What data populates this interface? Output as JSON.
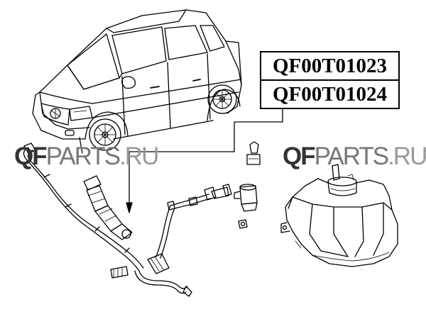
{
  "part_numbers": [
    "QF00T01023",
    "QF00T01024"
  ],
  "watermark": {
    "brand_bold": "QF",
    "brand_regular": "PARTS",
    "domain": ".RU"
  },
  "colors": {
    "line": "#000000",
    "watermark_dark": "#333333",
    "watermark_light": "#9a9a9a"
  }
}
